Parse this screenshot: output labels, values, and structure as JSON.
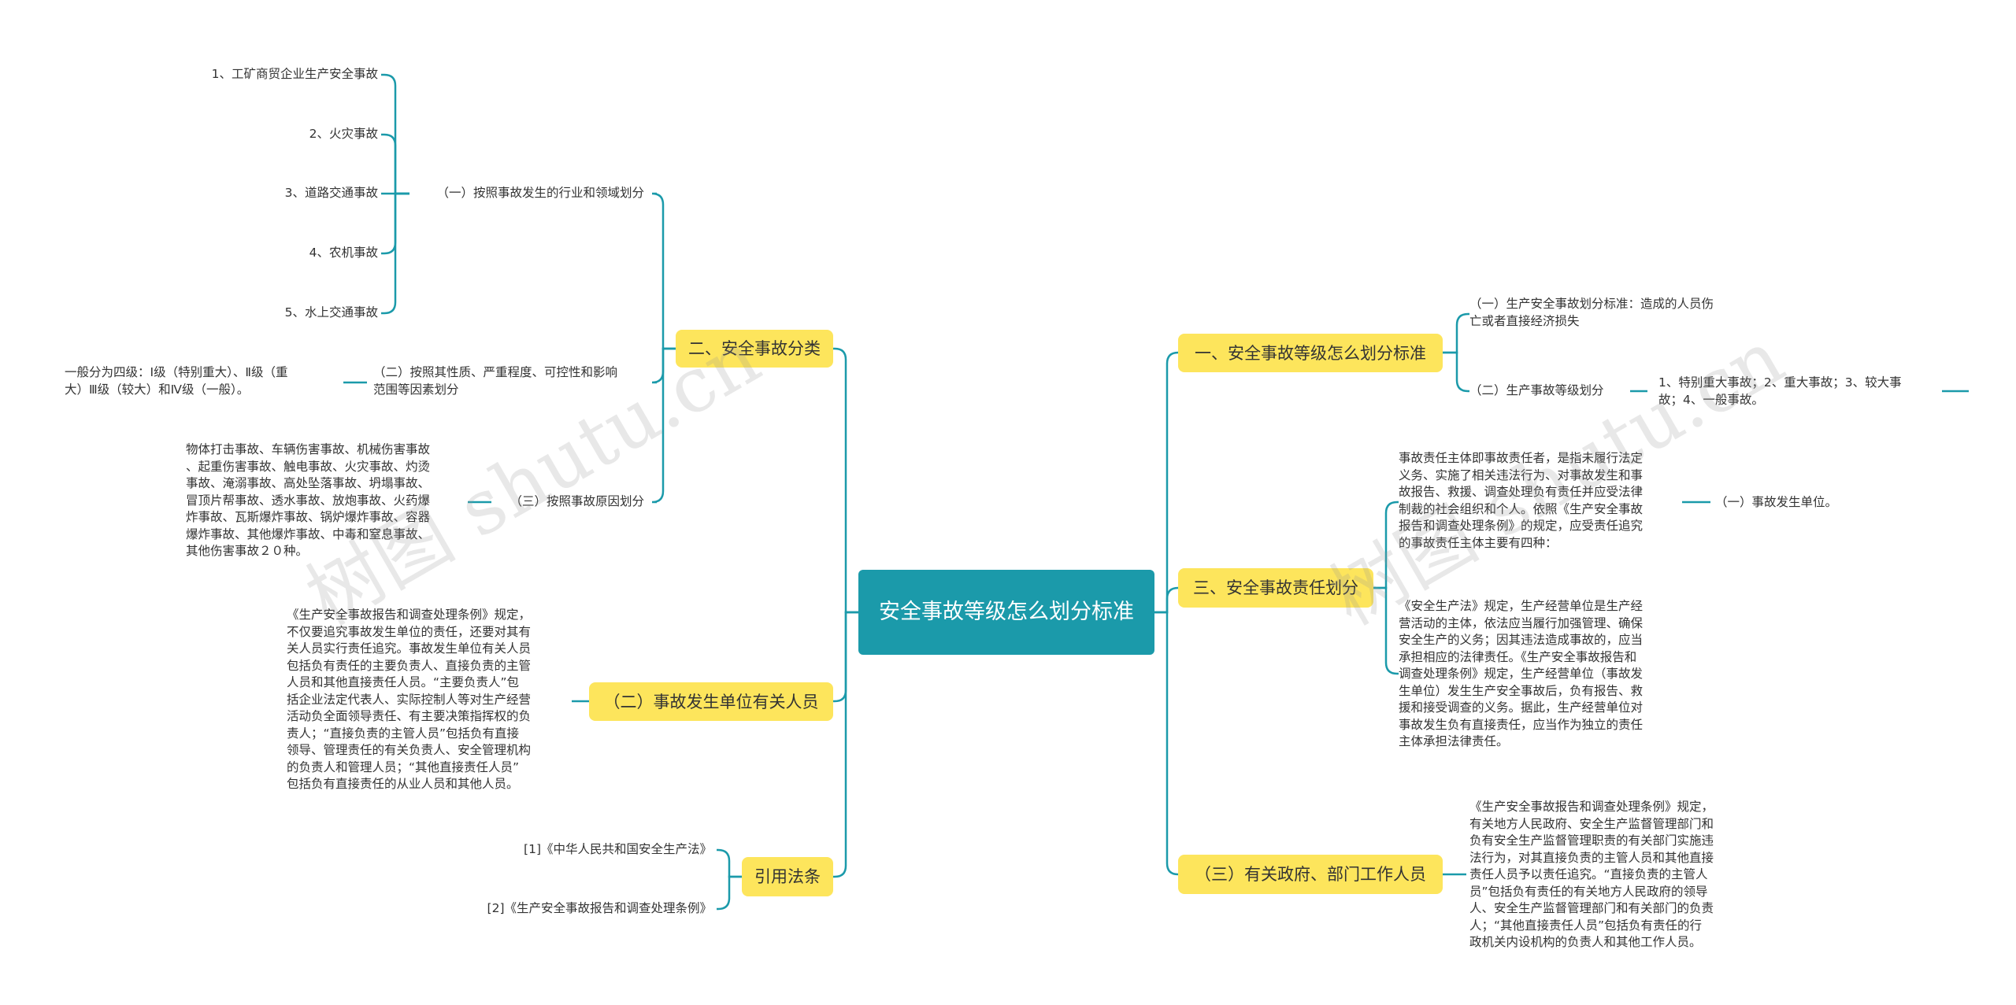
{
  "root": "安全事故等级怎么划分标准",
  "branches": {
    "b1": "一、安全事故等级怎么划分标准",
    "b2": "二、安全事故分类",
    "b3": "三、安全事故责任划分",
    "b4": "（二）事故发生单位有关人员",
    "b5": "（三）有关政府、部门工作人员",
    "b6": "引用法条"
  },
  "leaves": {
    "b1_c1": "（一）生产安全事故划分标准：造成的人员伤\n亡或者直接经济损失",
    "b1_c2": "（二）生产事故等级划分",
    "b1_c2_c1": "1、特别重大事故；2、重大事故；3、较大事\n故；4、一般事故。",
    "b2_c1": "（一）按照事故发生的行业和领域划分",
    "b2_c1_items": [
      "1、工矿商贸企业生产安全事故",
      "2、火灾事故",
      "3、道路交通事故",
      "4、农机事故",
      "5、水上交通事故"
    ],
    "b2_c2": "（二）按照其性质、严重程度、可控性和影响\n范围等因素划分",
    "b2_c2_c1": "一般分为四级：Ⅰ级（特别重大）、Ⅱ级（重\n大）Ⅲ级（较大）和Ⅳ级（一般）。",
    "b2_c3": "（三）按照事故原因划分",
    "b2_c3_c1": "物体打击事故、车辆伤害事故、机械伤害事故\n、起重伤害事故、触电事故、火灾事故、灼烫\n事故、淹溺事故、高处坠落事故、坍塌事故、\n冒顶片帮事故、透水事故、放炮事故、火药爆\n炸事故、瓦斯爆炸事故、锅炉爆炸事故、容器\n爆炸事故、其他爆炸事故、中毒和窒息事故、\n其他伤害事故２０种。",
    "b3_c1": "事故责任主体即事故责任者，是指未履行法定\n义务、实施了相关违法行为、对事故发生和事\n故报告、救援、调查处理负有责任并应受法律\n制裁的社会组织和个人。依照《生产安全事故\n报告和调查处理条例》的规定，应受责任追究\n的事故责任主体主要有四种：",
    "b3_c1_c1": "（一）事故发生单位。",
    "b3_c2": "《安全生产法》规定，生产经营单位是生产经\n营活动的主体，依法应当履行加强管理、确保\n安全生产的义务；因其违法造成事故的，应当\n承担相应的法律责任。《生产安全事故报告和\n调查处理条例》规定，生产经营单位（事故发\n生单位）发生生产安全事故后，负有报告、救\n援和接受调查的义务。据此，生产经营单位对\n事故发生负有直接责任，应当作为独立的责任\n主体承担法律责任。",
    "b4_c1": "《生产安全事故报告和调查处理条例》规定，\n不仅要追究事故发生单位的责任，还要对其有\n关人员实行责任追究。事故发生单位有关人员\n包括负有责任的主要负责人、直接负责的主管\n人员和其他直接责任人员。“主要负责人”包\n括企业法定代表人、实际控制人等对生产经营\n活动负全面领导责任、有主要决策指挥权的负\n责人；“直接负责的主管人员”包括负有直接\n领导、管理责任的有关负责人、安全管理机构\n的负责人和管理人员；“其他直接责任人员”\n包括负有直接责任的从业人员和其他人员。",
    "b5_c1": "《生产安全事故报告和调查处理条例》规定，\n有关地方人民政府、安全生产监督管理部门和\n负有安全生产监督管理职责的有关部门实施违\n法行为，对其直接负责的主管人员和其他直接\n责任人员予以责任追究。“直接负责的主管人\n员”包括负有责任的有关地方人民政府的领导\n人、安全生产监督管理部门和有关部门的负责\n人；“其他直接责任人员”包括负有责任的行\n政机关内设机构的负责人和其他工作人员。",
    "b6_c1": "[1]《中华人民共和国安全生产法》",
    "b6_c2": "[2]《生产安全事故报告和调查处理条例》"
  },
  "watermarks": [
    "树图 shutu.cn",
    "树图 shutu.cn"
  ],
  "colors": {
    "root": "#1b9aaa",
    "branch": "#fde55c",
    "line": "#1b9aaa"
  }
}
